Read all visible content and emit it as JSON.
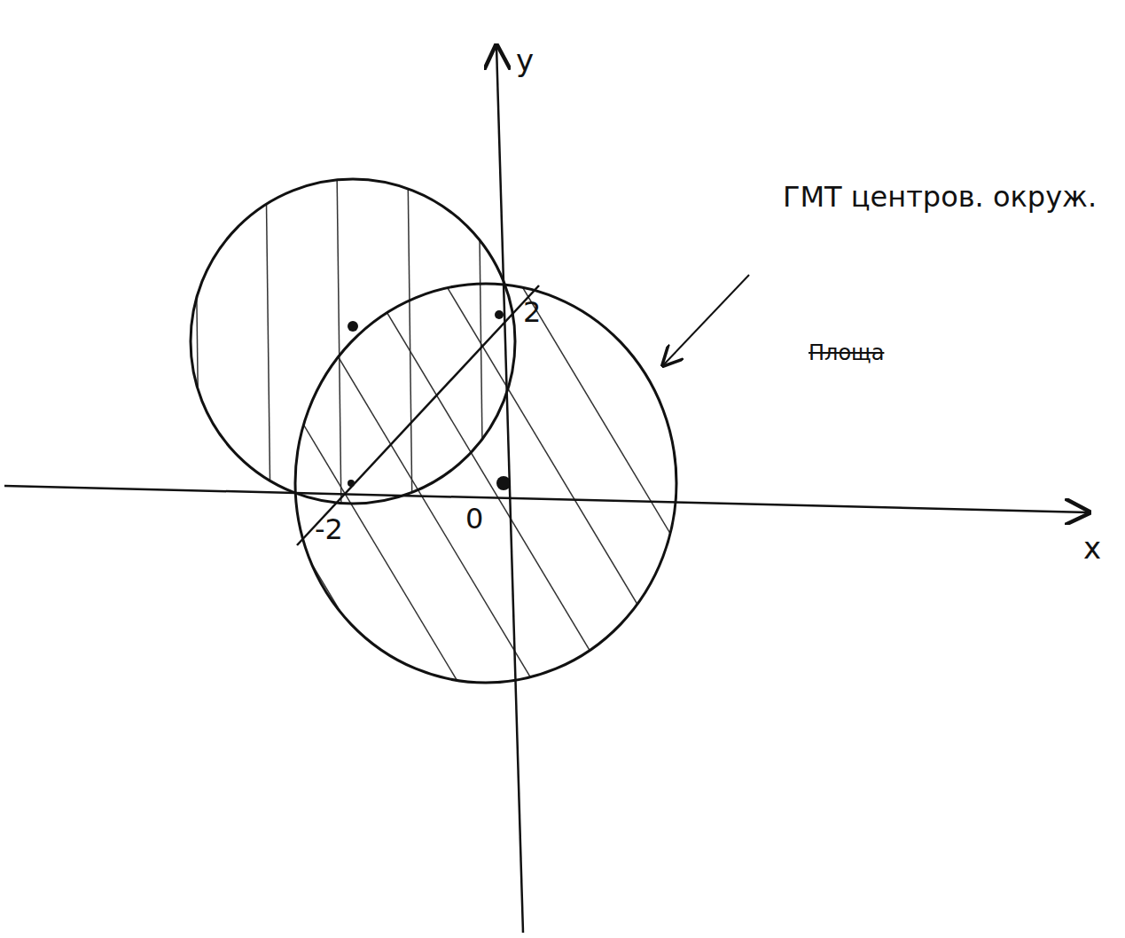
{
  "diagram": {
    "labels": [
      "y",
      "x",
      "0",
      "2",
      "-2",
      "ГМТ центров. окруж.",
      "Площа"
    ]
  }
}
